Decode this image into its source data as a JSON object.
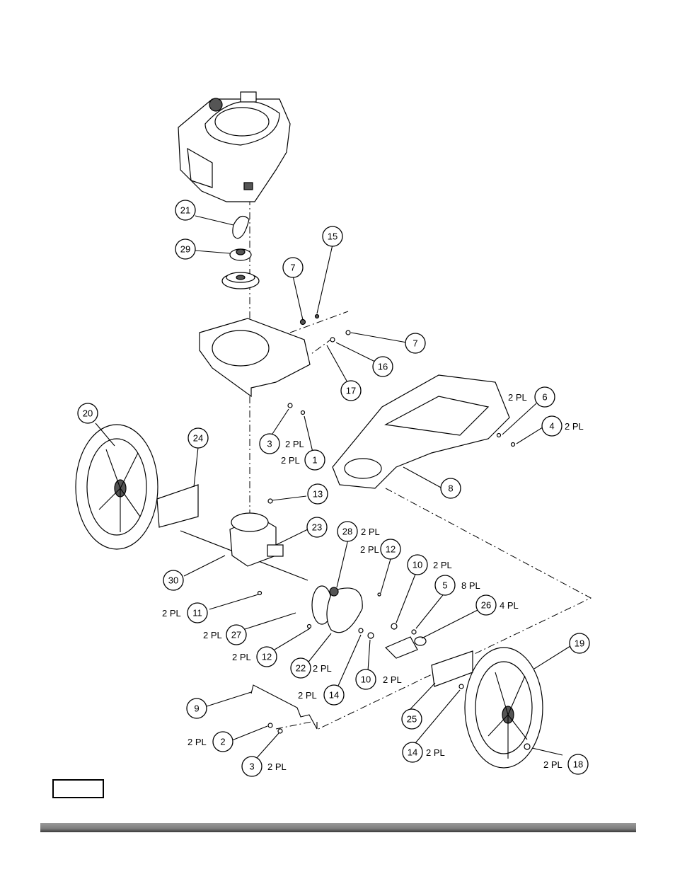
{
  "callouts": [
    {
      "id": "c1",
      "num": "1",
      "note": "2 PL"
    },
    {
      "id": "c2",
      "num": "2",
      "note": "2 PL"
    },
    {
      "id": "c3a",
      "num": "3",
      "note": "2 PL"
    },
    {
      "id": "c3b",
      "num": "3",
      "note": "2 PL"
    },
    {
      "id": "c4",
      "num": "4",
      "note": "2 PL"
    },
    {
      "id": "c5",
      "num": "5",
      "note": "8 PL"
    },
    {
      "id": "c6",
      "num": "6",
      "note": "2 PL"
    },
    {
      "id": "c7a",
      "num": "7",
      "note": ""
    },
    {
      "id": "c7b",
      "num": "7",
      "note": ""
    },
    {
      "id": "c8",
      "num": "8",
      "note": ""
    },
    {
      "id": "c9",
      "num": "9",
      "note": ""
    },
    {
      "id": "c10a",
      "num": "10",
      "note": "2 PL"
    },
    {
      "id": "c10b",
      "num": "10",
      "note": "2 PL"
    },
    {
      "id": "c11",
      "num": "11",
      "note": "2 PL"
    },
    {
      "id": "c12a",
      "num": "12",
      "note": "2 PL"
    },
    {
      "id": "c12b",
      "num": "12",
      "note": "2 PL"
    },
    {
      "id": "c13",
      "num": "13",
      "note": ""
    },
    {
      "id": "c14a",
      "num": "14",
      "note": "2 PL"
    },
    {
      "id": "c14b",
      "num": "14",
      "note": "2 PL"
    },
    {
      "id": "c15",
      "num": "15",
      "note": ""
    },
    {
      "id": "c16",
      "num": "16",
      "note": ""
    },
    {
      "id": "c17",
      "num": "17",
      "note": ""
    },
    {
      "id": "c18",
      "num": "18",
      "note": "2 PL"
    },
    {
      "id": "c19",
      "num": "19",
      "note": ""
    },
    {
      "id": "c20",
      "num": "20",
      "note": ""
    },
    {
      "id": "c21",
      "num": "21",
      "note": ""
    },
    {
      "id": "c22",
      "num": "22",
      "note": "2 PL"
    },
    {
      "id": "c23",
      "num": "23",
      "note": ""
    },
    {
      "id": "c24",
      "num": "24",
      "note": ""
    },
    {
      "id": "c25",
      "num": "25",
      "note": ""
    },
    {
      "id": "c26",
      "num": "26",
      "note": "4 PL"
    },
    {
      "id": "c27",
      "num": "27",
      "note": "2 PL"
    },
    {
      "id": "c28",
      "num": "28",
      "note": "2 PL"
    },
    {
      "id": "c29",
      "num": "29",
      "note": ""
    },
    {
      "id": "c30",
      "num": "30",
      "note": ""
    }
  ],
  "figure_label": ""
}
